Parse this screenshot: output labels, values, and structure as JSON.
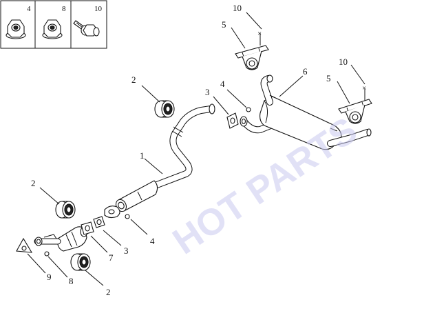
{
  "watermark": "HOT PARTS",
  "legend": {
    "items": [
      {
        "id": "4",
        "label": "4",
        "icon": "hex-flange-nut-icon"
      },
      {
        "id": "8",
        "label": "8",
        "icon": "hex-flange-nut-icon"
      },
      {
        "id": "10",
        "label": "10",
        "icon": "flange-bolt-icon"
      }
    ]
  },
  "callouts": [
    {
      "id": "c10a",
      "label": "10",
      "part": "hanger-bolt"
    },
    {
      "id": "c5a",
      "label": "5",
      "part": "rubber-hanger-bracket"
    },
    {
      "id": "c10b",
      "label": "10",
      "part": "hanger-bolt"
    },
    {
      "id": "c5b",
      "label": "5",
      "part": "rubber-hanger-bracket"
    },
    {
      "id": "c6",
      "label": "6",
      "part": "rear-muffler"
    },
    {
      "id": "c4a",
      "label": "4",
      "part": "nut"
    },
    {
      "id": "c3a",
      "label": "3",
      "part": "gasket"
    },
    {
      "id": "c2a",
      "label": "2",
      "part": "rubber-mount"
    },
    {
      "id": "c1",
      "label": "1",
      "part": "intermediate-pipe"
    },
    {
      "id": "c2b",
      "label": "2",
      "part": "rubber-mount"
    },
    {
      "id": "c4b",
      "label": "4",
      "part": "nut"
    },
    {
      "id": "c3b",
      "label": "3",
      "part": "gasket"
    },
    {
      "id": "c7",
      "label": "7",
      "part": "catalytic-converter"
    },
    {
      "id": "c8",
      "label": "8",
      "part": "nut"
    },
    {
      "id": "c9",
      "label": "9",
      "part": "gasket"
    },
    {
      "id": "c2c",
      "label": "2",
      "part": "rubber-mount"
    }
  ]
}
